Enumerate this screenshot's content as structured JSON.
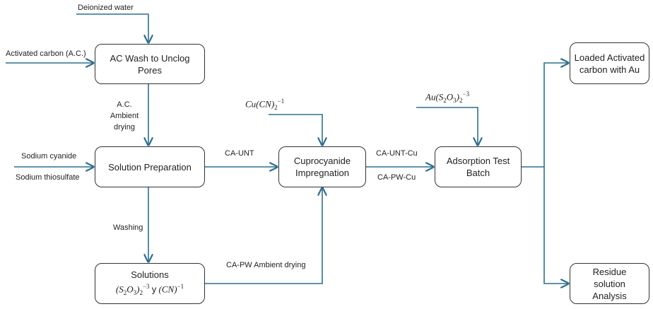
{
  "boxes": {
    "ac_wash": "AC Wash to Unclog Pores",
    "solution_prep": "Solution Preparation",
    "solutions_title": "Solutions",
    "cupro": "Cuprocyanide Impregnation",
    "adsorption": "Adsorption Test Batch",
    "loaded": "Loaded Activated carbon with Au",
    "residue": "Residue solution Analysis"
  },
  "labels": {
    "deionized": "Deionized water",
    "activated_carbon": "Activated carbon (A.C.)",
    "ambient_drying": "A.C. Ambient drying",
    "sodium_cyanide": "Sodium cyanide",
    "sodium_thiosulfate": "Sodium thiosulfate",
    "washing": "Washing",
    "ca_unt": "CA-UNT",
    "ca_unt_cu": "CA-UNT-Cu",
    "ca_pw_cu": "CA-PW-Cu",
    "ca_pw_drying": "CA-PW Ambient drying"
  },
  "formulas": {
    "cu": {
      "base": "Cu(CN)",
      "sub": "2",
      "sup": "−1"
    },
    "au": {
      "base": "Au(S",
      "s1": "2",
      "mid": "O",
      "s2": "3",
      ")": ")",
      "sub": "2",
      "sup": "−3"
    },
    "solutions": {
      "a": "(S",
      "a1": "2",
      "b": "O",
      "b1": "3",
      ")": ")",
      "sub": "2",
      "sup": "−3",
      "y": "y",
      "c": "(CN)",
      "csup": "−1"
    }
  },
  "colors": {
    "line": "#2f6f8f"
  }
}
